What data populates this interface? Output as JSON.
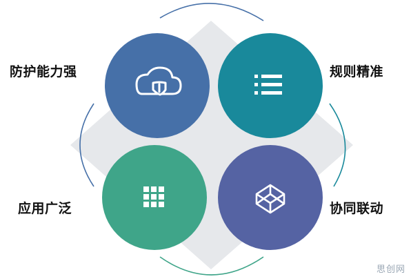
{
  "features": [
    {
      "label": "防护能力强",
      "icon": "cloud-shield-icon",
      "color": "#4670a8"
    },
    {
      "label": "规则精准",
      "icon": "list-icon",
      "color": "#19899b"
    },
    {
      "label": "应用广泛",
      "icon": "grid-icon",
      "color": "#3fa589"
    },
    {
      "label": "协同联动",
      "icon": "codepen-cube-icon",
      "color": "#5563a3"
    }
  ],
  "diamond_color": "#e6e8eb",
  "ring_colors": [
    "#4670a8",
    "#19899b",
    "#3fa589",
    "#5563a3"
  ],
  "watermark": "思创网"
}
